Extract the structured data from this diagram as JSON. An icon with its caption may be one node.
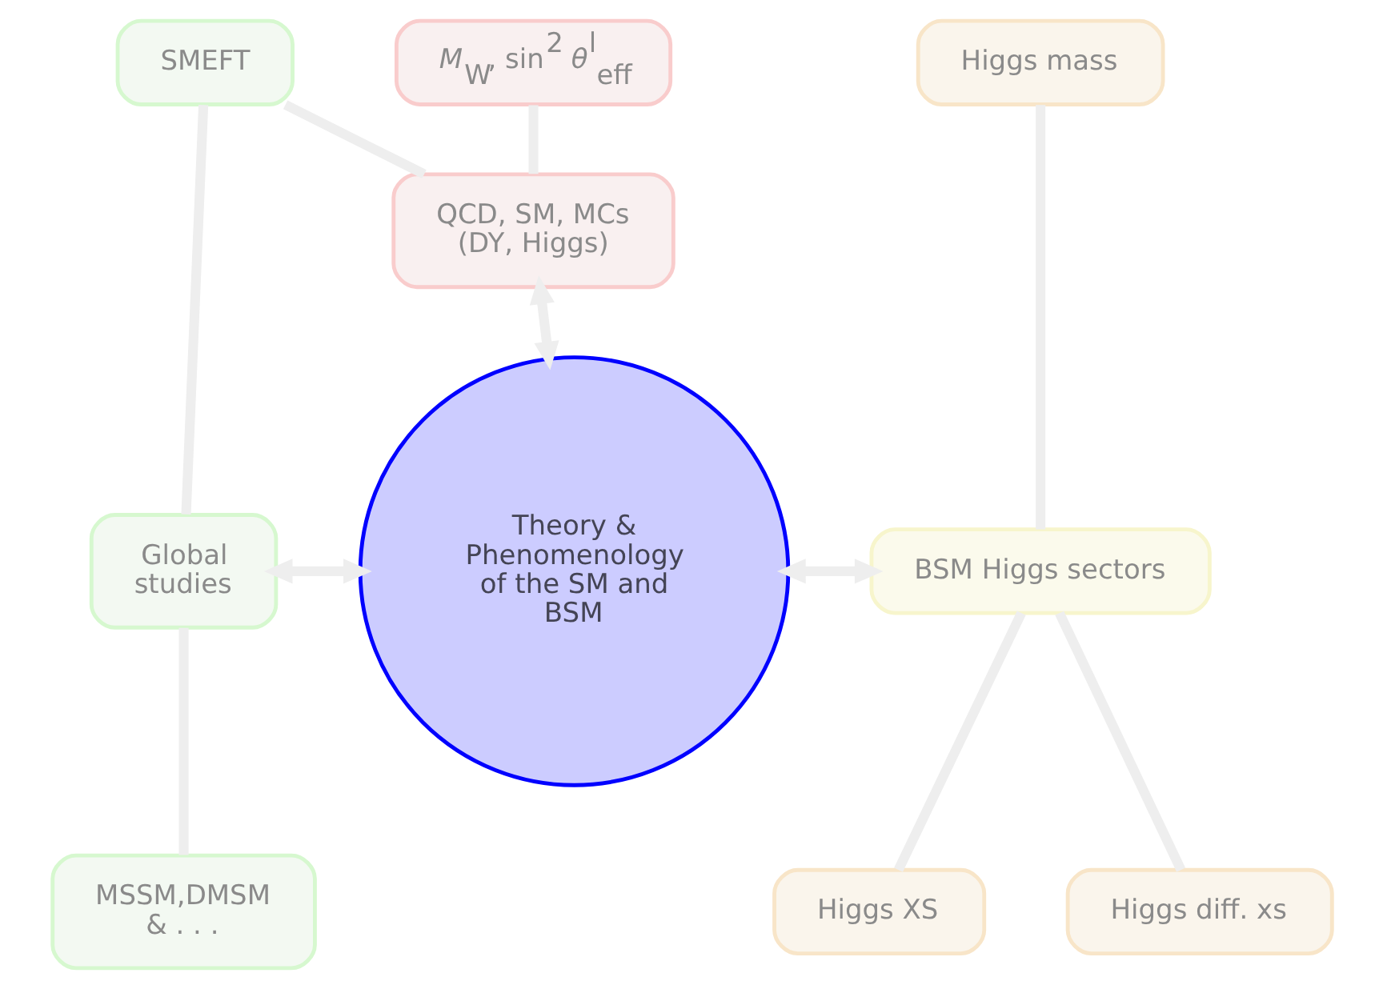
{
  "diagram": {
    "nodes": [
      {
        "text": [
          "*M*$_{W}$, sin$^{2}$ *θ*$^{l}$$_{eff}$"
        ]
      },
      {
        "text": [
          "QCD, SM, MCs (DY, Higgs)"
        ]
      },
      {
        "text": [
          "SMEFT"
        ]
      },
      {
        "text": [
          "Higgs mass"
        ]
      },
      {
        "text": [
          "Global studies"
        ]
      },
      {
        "text": [
          "Theory & Phenomenology of the SM and BSM"
        ]
      },
      {
        "text": [
          "BSM Higgs sectors"
        ]
      },
      {
        "text": [
          "MSSM,DMSM & . . ."
        ]
      },
      {
        "text": [
          "Higgs diff. xs"
        ]
      },
      {
        "text": [
          "Higgs XS"
        ]
      }
    ],
    "edges": [
      {
        "from": 0,
        "to": 1,
        "arrow": "none"
      },
      {
        "from": 2,
        "to": 1,
        "arrow": "none"
      },
      {
        "from": 1,
        "to": 5,
        "arrow": "both"
      },
      {
        "from": 2,
        "to": 4,
        "arrow": "none"
      },
      {
        "from": 4,
        "to": 5,
        "arrow": "both"
      },
      {
        "from": 5,
        "to": 6,
        "arrow": "both"
      },
      {
        "from": 3,
        "to": 6,
        "arrow": "none"
      },
      {
        "from": 4,
        "to": 7,
        "arrow": "none"
      },
      {
        "from": 6,
        "to": 8,
        "arrow": "none"
      },
      {
        "from": 6,
        "to": 9,
        "arrow": "none"
      }
    ]
  }
}
